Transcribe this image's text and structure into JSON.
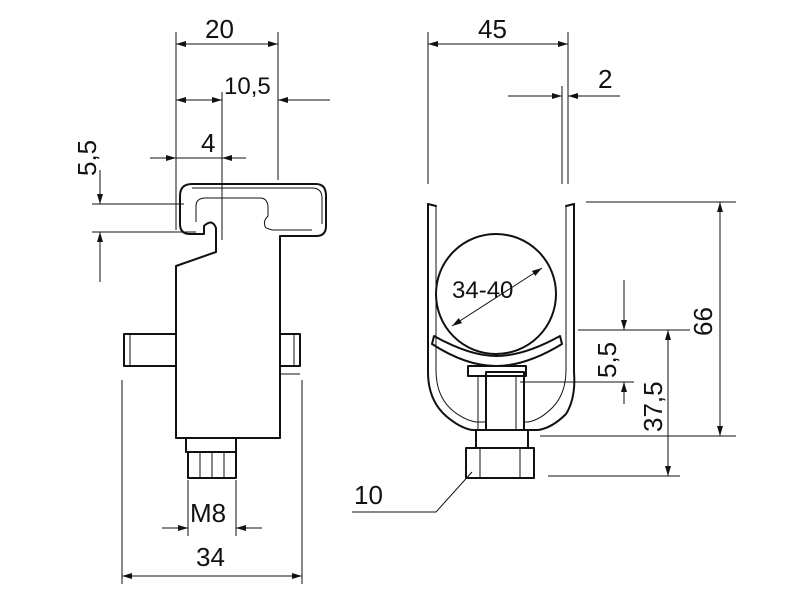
{
  "drawing": {
    "side_view": {
      "width_top": "20",
      "offset_top": "10,5",
      "slot_width": "4",
      "slot_height": "5,5",
      "thread": "M8",
      "width_base": "34"
    },
    "front_view": {
      "width_top": "45",
      "wall": "2",
      "pipe_range": "34-40",
      "height_total": "66",
      "height_seat": "5,5",
      "height_mid": "37,5",
      "nut_size": "10"
    }
  }
}
